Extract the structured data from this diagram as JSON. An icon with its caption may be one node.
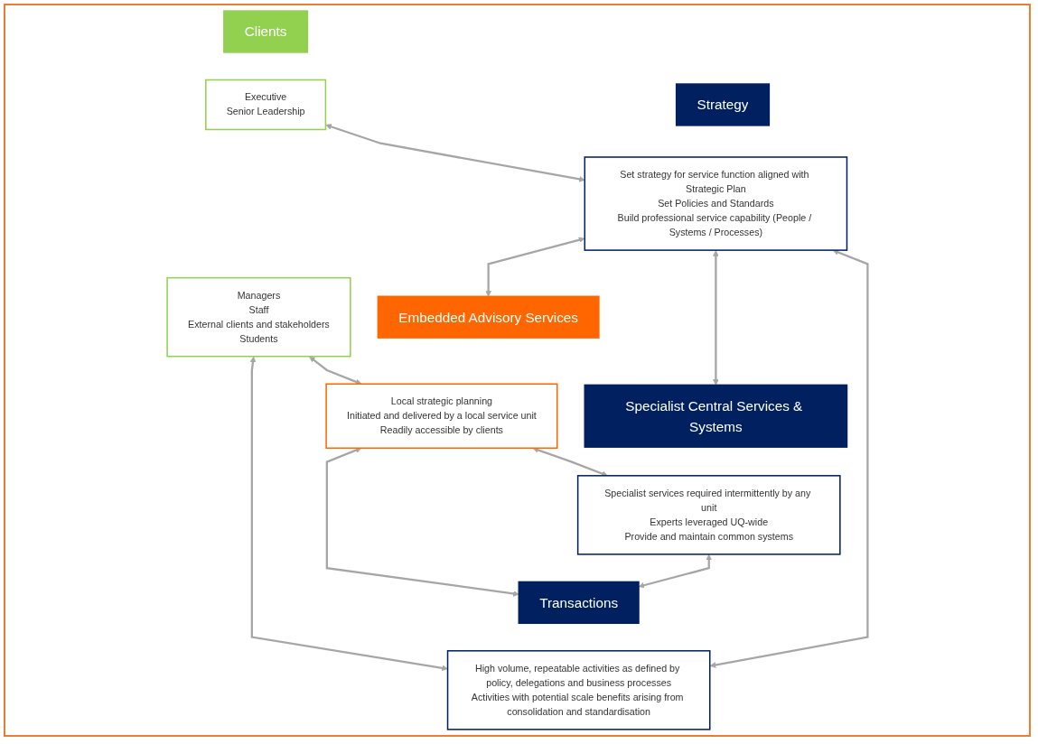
{
  "diagram": {
    "nodes": [
      {
        "text": [
          "Clients"
        ]
      },
      {
        "text": [
          "Executive",
          "Senior Leadership"
        ]
      },
      {
        "text": [
          "Managers",
          "Staff",
          "External clients and stakeholders",
          "Students"
        ]
      },
      {
        "text": [
          "Strategy"
        ]
      },
      {
        "text": [
          "Set strategy for service function aligned with Strategic Plan",
          "Set Policies and Standards",
          "Build professional service capability (People / Systems / Processes)"
        ]
      },
      {
        "text": [
          "Embedded Advisory Services"
        ]
      },
      {
        "text": [
          "Local strategic planning",
          "Initiated and delivered by a local service unit",
          "Readily accessible by clients"
        ]
      },
      {
        "text": [
          "Specialist Central Services & Systems"
        ]
      },
      {
        "text": [
          "Specialist services required intermittently by any unit",
          "Experts leveraged UQ-wide",
          "Provide and maintain common systems"
        ]
      },
      {
        "text": [
          "Transactions"
        ]
      },
      {
        "text": [
          "High volume, repeatable activities as defined by policy, delegations and business processes",
          "Activities with potential scale benefits arising from consolidation and standardisation"
        ]
      }
    ],
    "edges": [
      {
        "from": 1,
        "to": 4,
        "arrow": "both"
      },
      {
        "from": 4,
        "to": 5,
        "arrow": "both"
      },
      {
        "from": 4,
        "to": 7,
        "arrow": "both"
      },
      {
        "from": 2,
        "to": 6,
        "arrow": "both"
      },
      {
        "from": 6,
        "to": 8,
        "arrow": "both"
      },
      {
        "from": 6,
        "to": 9,
        "arrow": "both"
      },
      {
        "from": 8,
        "to": 9,
        "arrow": "both"
      },
      {
        "from": 2,
        "to": 10,
        "arrow": "both"
      },
      {
        "from": 10,
        "to": 4,
        "arrow": "both"
      }
    ]
  }
}
